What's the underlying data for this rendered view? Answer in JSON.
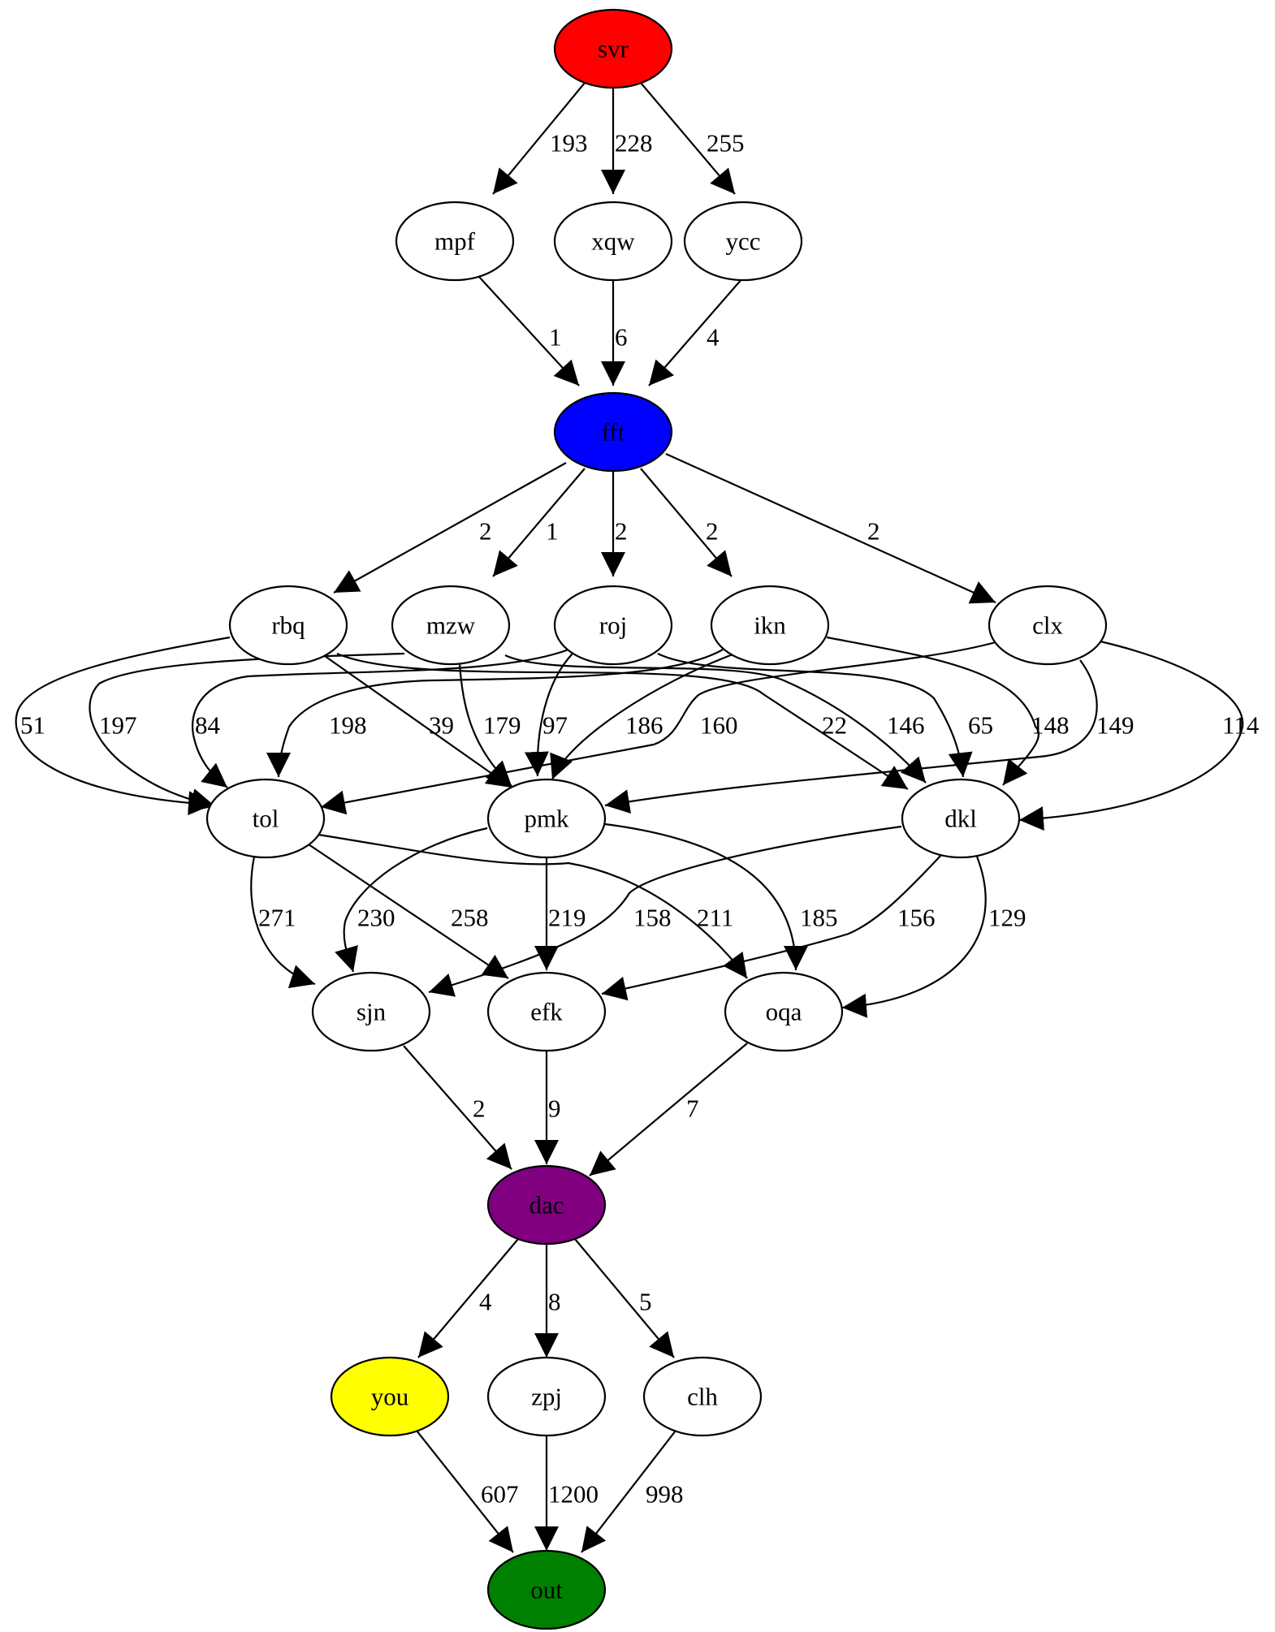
{
  "graph": {
    "nodes": [
      {
        "id": "svr",
        "label": "svr",
        "fill": "#ff0000"
      },
      {
        "id": "mpf",
        "label": "mpf",
        "fill": "#ffffff"
      },
      {
        "id": "xqw",
        "label": "xqw",
        "fill": "#ffffff"
      },
      {
        "id": "ycc",
        "label": "ycc",
        "fill": "#ffffff"
      },
      {
        "id": "fft",
        "label": "fft",
        "fill": "#0000ff"
      },
      {
        "id": "rbq",
        "label": "rbq",
        "fill": "#ffffff"
      },
      {
        "id": "mzw",
        "label": "mzw",
        "fill": "#ffffff"
      },
      {
        "id": "roj",
        "label": "roj",
        "fill": "#ffffff"
      },
      {
        "id": "ikn",
        "label": "ikn",
        "fill": "#ffffff"
      },
      {
        "id": "clx",
        "label": "clx",
        "fill": "#ffffff"
      },
      {
        "id": "tol",
        "label": "tol",
        "fill": "#ffffff"
      },
      {
        "id": "pmk",
        "label": "pmk",
        "fill": "#ffffff"
      },
      {
        "id": "dkl",
        "label": "dkl",
        "fill": "#ffffff"
      },
      {
        "id": "sjn",
        "label": "sjn",
        "fill": "#ffffff"
      },
      {
        "id": "efk",
        "label": "efk",
        "fill": "#ffffff"
      },
      {
        "id": "oqa",
        "label": "oqa",
        "fill": "#ffffff"
      },
      {
        "id": "dac",
        "label": "dac",
        "fill": "#800080"
      },
      {
        "id": "you",
        "label": "you",
        "fill": "#ffff00"
      },
      {
        "id": "zpj",
        "label": "zpj",
        "fill": "#ffffff"
      },
      {
        "id": "clh",
        "label": "clh",
        "fill": "#ffffff"
      },
      {
        "id": "out",
        "label": "out",
        "fill": "#008000"
      }
    ],
    "edges": [
      {
        "from": "svr",
        "to": "mpf",
        "label": "193"
      },
      {
        "from": "svr",
        "to": "xqw",
        "label": "228"
      },
      {
        "from": "svr",
        "to": "ycc",
        "label": "255"
      },
      {
        "from": "mpf",
        "to": "fft",
        "label": "1"
      },
      {
        "from": "xqw",
        "to": "fft",
        "label": "6"
      },
      {
        "from": "ycc",
        "to": "fft",
        "label": "4"
      },
      {
        "from": "fft",
        "to": "rbq",
        "label": "2"
      },
      {
        "from": "fft",
        "to": "mzw",
        "label": "1"
      },
      {
        "from": "fft",
        "to": "roj",
        "label": "2"
      },
      {
        "from": "fft",
        "to": "ikn",
        "label": "2"
      },
      {
        "from": "fft",
        "to": "clx",
        "label": "2"
      },
      {
        "from": "rbq",
        "to": "tol",
        "label": "51"
      },
      {
        "from": "mzw",
        "to": "tol",
        "label": "197"
      },
      {
        "from": "roj",
        "to": "tol",
        "label": "84"
      },
      {
        "from": "ikn",
        "to": "tol",
        "label": "198"
      },
      {
        "from": "rbq",
        "to": "pmk",
        "label": "39"
      },
      {
        "from": "mzw",
        "to": "pmk",
        "label": "179"
      },
      {
        "from": "roj",
        "to": "pmk",
        "label": "97"
      },
      {
        "from": "ikn",
        "to": "pmk",
        "label": "186"
      },
      {
        "from": "clx",
        "to": "tol",
        "label": "160"
      },
      {
        "from": "rbq",
        "to": "dkl",
        "label": "22"
      },
      {
        "from": "mzw",
        "to": "dkl",
        "label": "146"
      },
      {
        "from": "roj",
        "to": "dkl",
        "label": "65"
      },
      {
        "from": "ikn",
        "to": "dkl",
        "label": "148"
      },
      {
        "from": "clx",
        "to": "pmk",
        "label": "149"
      },
      {
        "from": "clx",
        "to": "dkl",
        "label": "114"
      },
      {
        "from": "tol",
        "to": "sjn",
        "label": "271"
      },
      {
        "from": "pmk",
        "to": "sjn",
        "label": "230"
      },
      {
        "from": "tol",
        "to": "efk",
        "label": "258"
      },
      {
        "from": "pmk",
        "to": "efk",
        "label": "219"
      },
      {
        "from": "dkl",
        "to": "sjn",
        "label": "158"
      },
      {
        "from": "tol",
        "to": "oqa",
        "label": "211"
      },
      {
        "from": "pmk",
        "to": "oqa",
        "label": "185"
      },
      {
        "from": "dkl",
        "to": "efk",
        "label": "156"
      },
      {
        "from": "dkl",
        "to": "oqa",
        "label": "129"
      },
      {
        "from": "sjn",
        "to": "dac",
        "label": "2"
      },
      {
        "from": "efk",
        "to": "dac",
        "label": "9"
      },
      {
        "from": "oqa",
        "to": "dac",
        "label": "7"
      },
      {
        "from": "dac",
        "to": "you",
        "label": "4"
      },
      {
        "from": "dac",
        "to": "zpj",
        "label": "8"
      },
      {
        "from": "dac",
        "to": "clh",
        "label": "5"
      },
      {
        "from": "you",
        "to": "out",
        "label": "607"
      },
      {
        "from": "zpj",
        "to": "out",
        "label": "1200"
      },
      {
        "from": "clh",
        "to": "out",
        "label": "998"
      }
    ]
  }
}
